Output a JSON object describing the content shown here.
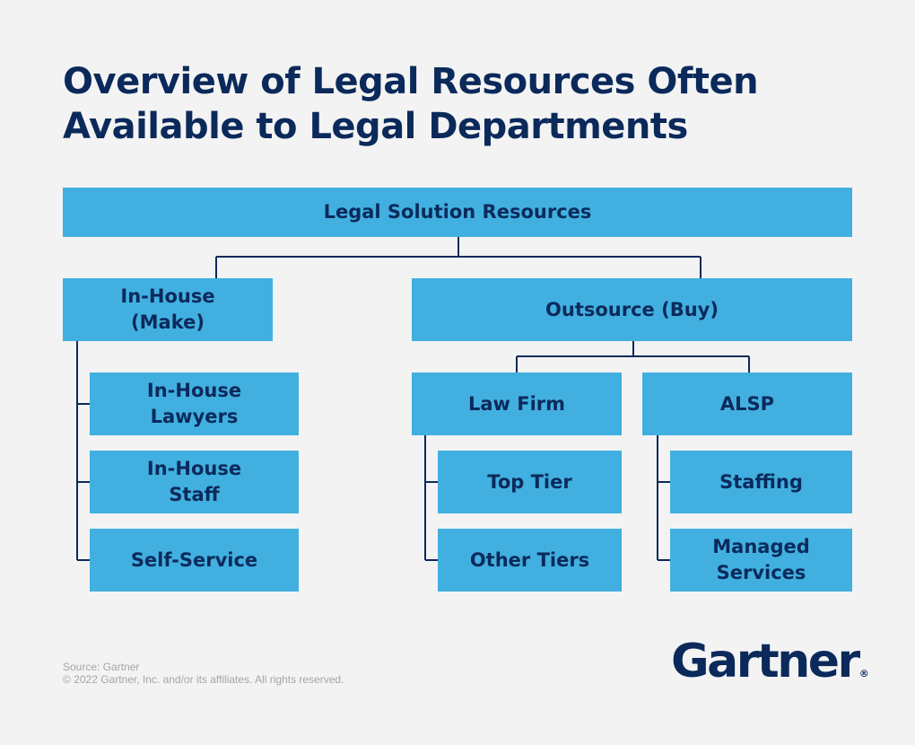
{
  "title": {
    "line1": "Overview of Legal Resources Often",
    "line2": "Available to Legal Departments"
  },
  "diagram": {
    "root": "Legal Solution Resources",
    "in_house": {
      "label": "In-House\n(Make)",
      "children": [
        "In-House\nLawyers",
        "In-House\nStaff",
        "Self-Service"
      ]
    },
    "outsource": {
      "label": "Outsource (Buy)",
      "law_firm": {
        "label": "Law Firm",
        "children": [
          "Top Tier",
          "Other Tiers"
        ]
      },
      "alsp": {
        "label": "ALSP",
        "children": [
          "Staffing",
          "Managed\nServices"
        ]
      }
    }
  },
  "footer": {
    "source": "Source: Gartner",
    "copyright": "© 2022 Gartner, Inc. and/or its affiliates. All rights reserved."
  },
  "logo": {
    "text": "Gartner",
    "mark": "®"
  },
  "colors": {
    "background": "#f3f3f3",
    "box": "#41b0e0",
    "text": "#0b2a5b",
    "muted": "#a5a5a5"
  }
}
